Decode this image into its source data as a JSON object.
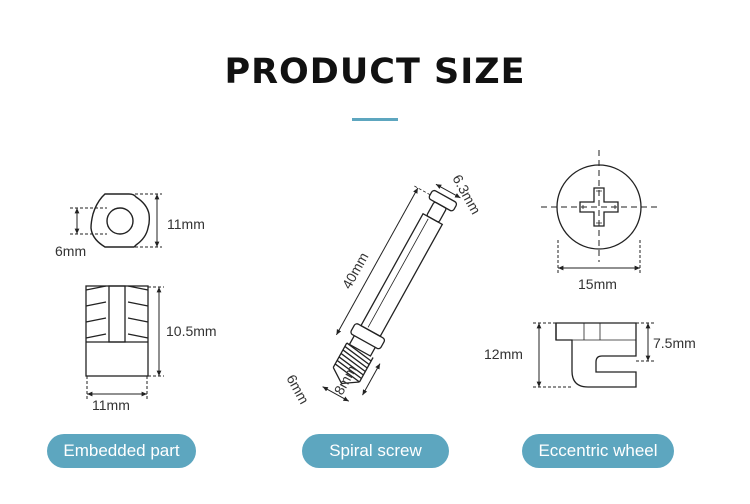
{
  "title": "PRODUCT SIZE",
  "parts": [
    {
      "name": "Embedded part",
      "dims": {
        "outer_diameter": "11mm",
        "hole": "6mm",
        "height": "10.5mm",
        "width": "11mm"
      }
    },
    {
      "name": "Spiral screw",
      "dims": {
        "length": "40mm",
        "head": "6.3mm",
        "thread_length": "6mm",
        "thread_diameter": "8mm"
      }
    },
    {
      "name": "Eccentric wheel",
      "dims": {
        "diameter": "15mm",
        "height": "12mm",
        "slot": "7.5mm"
      }
    }
  ],
  "colors": {
    "accent": "#5da6bf",
    "line": "#222222"
  }
}
